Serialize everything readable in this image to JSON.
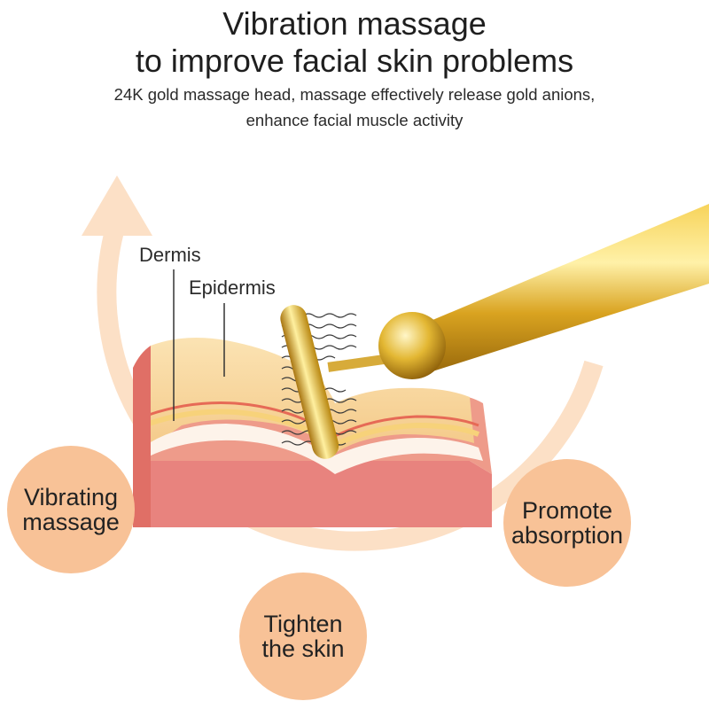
{
  "heading": {
    "title_line1": "Vibration massage",
    "title_line2": "to improve facial skin problems",
    "subtitle_line1": "24K gold massage head, massage effectively release gold anions,",
    "subtitle_line2": "enhance facial muscle activity"
  },
  "skin_layers": {
    "dermis": "Dermis",
    "epidermis": "Epidermis"
  },
  "benefits": {
    "vibrating": {
      "line1": "Vibrating",
      "line2": "massage"
    },
    "tighten": {
      "line1": "Tighten",
      "line2": "the skin"
    },
    "promote": {
      "line1": "Promote",
      "line2": "absorption"
    }
  },
  "colors": {
    "circle_fill": "#f8c297",
    "arc_color": "#fce0c6",
    "skin_red": "#e8837e",
    "skin_top": "#f5c98e",
    "gold": "#d9a320"
  }
}
